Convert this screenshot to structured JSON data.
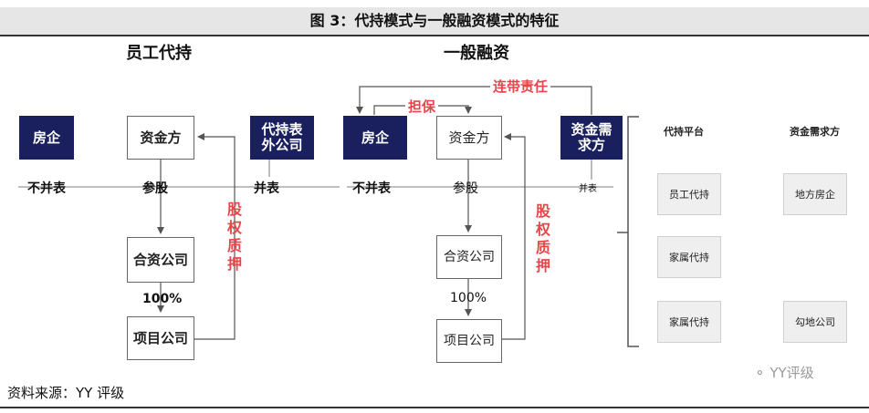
{
  "title": "图 3：代持模式与一般融资模式的特征",
  "left": {
    "heading": "员工代持",
    "fangqi": "房企",
    "zijinfang": "资金方",
    "offbs": "代持表外公司",
    "not_consolidated": "不并表",
    "canggu": "参股",
    "consolidated": "并表",
    "jv": "合资公司",
    "pct": "100%",
    "project": "项目公司",
    "pledge": "股权质押"
  },
  "right": {
    "heading": "一般融资",
    "fangqi": "房企",
    "zijinfang": "资金方",
    "demand": "资金需求方",
    "not_consolidated": "不并表",
    "canggu": "参股",
    "consolidated": "并表",
    "jv": "合资公司",
    "pct": "100%",
    "project": "项目公司",
    "pledge": "股权质押",
    "guarantee": "担保",
    "joint_liability": "连带责任"
  },
  "panel": {
    "col1": "代持平台",
    "col2": "资金需求方",
    "items1": [
      "员工代持",
      "家属代持",
      "家属代持"
    ],
    "items2": [
      "地方房企",
      "勾地公司"
    ]
  },
  "source": "资料来源：YY 评级",
  "watermark": "YY评级",
  "colors": {
    "navy": "#1a1f5e",
    "red": "#e8454a"
  }
}
